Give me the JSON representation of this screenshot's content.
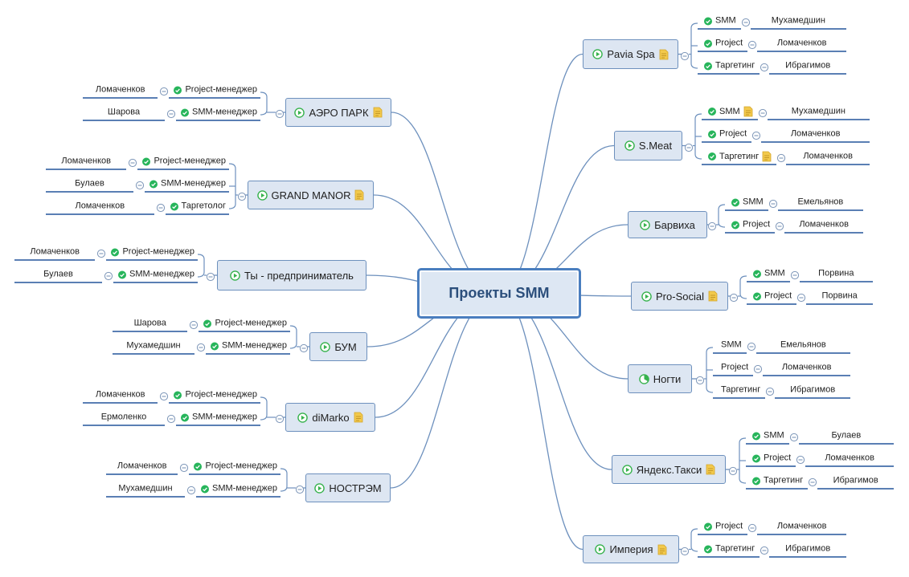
{
  "central": {
    "title": "Проекты SMM"
  },
  "right": [
    {
      "name": "Pavia Spa",
      "icon": "play-icon",
      "note": true,
      "children": [
        {
          "role": "SMM",
          "check": true,
          "person": "Мухамедшин"
        },
        {
          "role": "Project",
          "check": true,
          "person": "Ломаченков"
        },
        {
          "role": "Таргетинг",
          "check": true,
          "person": "Ибрагимов"
        }
      ]
    },
    {
      "name": "S.Meat",
      "icon": "play-icon",
      "note": false,
      "children": [
        {
          "role": "SMM",
          "check": true,
          "note": true,
          "person": "Мухамедшин"
        },
        {
          "role": "Project",
          "check": true,
          "person": "Ломаченков"
        },
        {
          "role": "Таргетинг",
          "check": true,
          "note": true,
          "person": "Ломаченков"
        }
      ]
    },
    {
      "name": "Барвиха",
      "icon": "play-icon",
      "note": false,
      "children": [
        {
          "role": "SMM",
          "check": true,
          "person": "Емельянов"
        },
        {
          "role": "Project",
          "check": true,
          "person": "Ломаченков"
        }
      ]
    },
    {
      "name": "Pro-Social",
      "icon": "play-icon",
      "note": true,
      "children": [
        {
          "role": "SMM",
          "check": true,
          "person": "Порвина"
        },
        {
          "role": "Project",
          "check": true,
          "person": "Порвина"
        }
      ]
    },
    {
      "name": "Ногти",
      "icon": "progress-pie-icon",
      "note": false,
      "children": [
        {
          "role": "SMM",
          "check": false,
          "person": "Емельянов"
        },
        {
          "role": "Project",
          "check": false,
          "person": "Ломаченков"
        },
        {
          "role": "Таргетинг",
          "check": false,
          "person": "Ибрагимов"
        }
      ]
    },
    {
      "name": "Яндекс.Такси",
      "icon": "play-icon",
      "note": true,
      "children": [
        {
          "role": "SMM",
          "check": true,
          "person": "Булаев"
        },
        {
          "role": "Project",
          "check": true,
          "person": "Ломаченков"
        },
        {
          "role": "Таргетинг",
          "check": true,
          "person": "Ибрагимов"
        }
      ]
    },
    {
      "name": "Империя",
      "icon": "play-icon",
      "note": true,
      "children": [
        {
          "role": "Project",
          "check": true,
          "person": "Ломаченков"
        },
        {
          "role": "Таргетинг",
          "check": true,
          "person": "Ибрагимов"
        }
      ]
    }
  ],
  "left": [
    {
      "name": "АЭРО ПАРК",
      "icon": "play-icon",
      "note": true,
      "children": [
        {
          "role": "Project-менеджер",
          "check": true,
          "person": "Ломаченков"
        },
        {
          "role": "SMM-менеджер",
          "check": true,
          "person": "Шарова"
        }
      ]
    },
    {
      "name": "GRAND MANOR",
      "icon": "play-icon",
      "note": true,
      "children": [
        {
          "role": "Project-менеджер",
          "check": true,
          "person": "Ломаченков"
        },
        {
          "role": "SMM-менеджер",
          "check": true,
          "person": "Булаев"
        },
        {
          "role": "Таргетолог",
          "check": true,
          "person": "Ломаченков"
        }
      ]
    },
    {
      "name": "Ты - предприниматель",
      "icon": "play-icon",
      "note": false,
      "children": [
        {
          "role": "Project-менеджер",
          "check": true,
          "person": "Ломаченков"
        },
        {
          "role": "SMM-менеджер",
          "check": true,
          "person": "Булаев"
        }
      ]
    },
    {
      "name": "БУМ",
      "icon": "play-icon",
      "note": false,
      "children": [
        {
          "role": "Project-менеджер",
          "check": true,
          "person": "Шарова"
        },
        {
          "role": "SMM-менеджер",
          "check": true,
          "person": "Мухамедшин"
        }
      ]
    },
    {
      "name": "diMarko",
      "icon": "play-icon",
      "note": true,
      "children": [
        {
          "role": "Project-менеджер",
          "check": true,
          "person": "Ломаченков"
        },
        {
          "role": "SMM-менеджер",
          "check": true,
          "person": "Ермоленко"
        }
      ]
    },
    {
      "name": "НОСТРЭМ",
      "icon": "play-icon",
      "note": false,
      "children": [
        {
          "role": "Project-менеджер",
          "check": true,
          "person": "Ломаченков"
        },
        {
          "role": "SMM-менеджер",
          "check": true,
          "person": "Мухамедшин"
        }
      ]
    }
  ],
  "colors": {
    "line": "#6d90bd",
    "underline": "#5a7fb4",
    "check": "#27b55b",
    "play": "#37b24d",
    "note": "#f2c94c",
    "central_border": "#4a7ebf",
    "topic_fill": "#dde6f2"
  }
}
